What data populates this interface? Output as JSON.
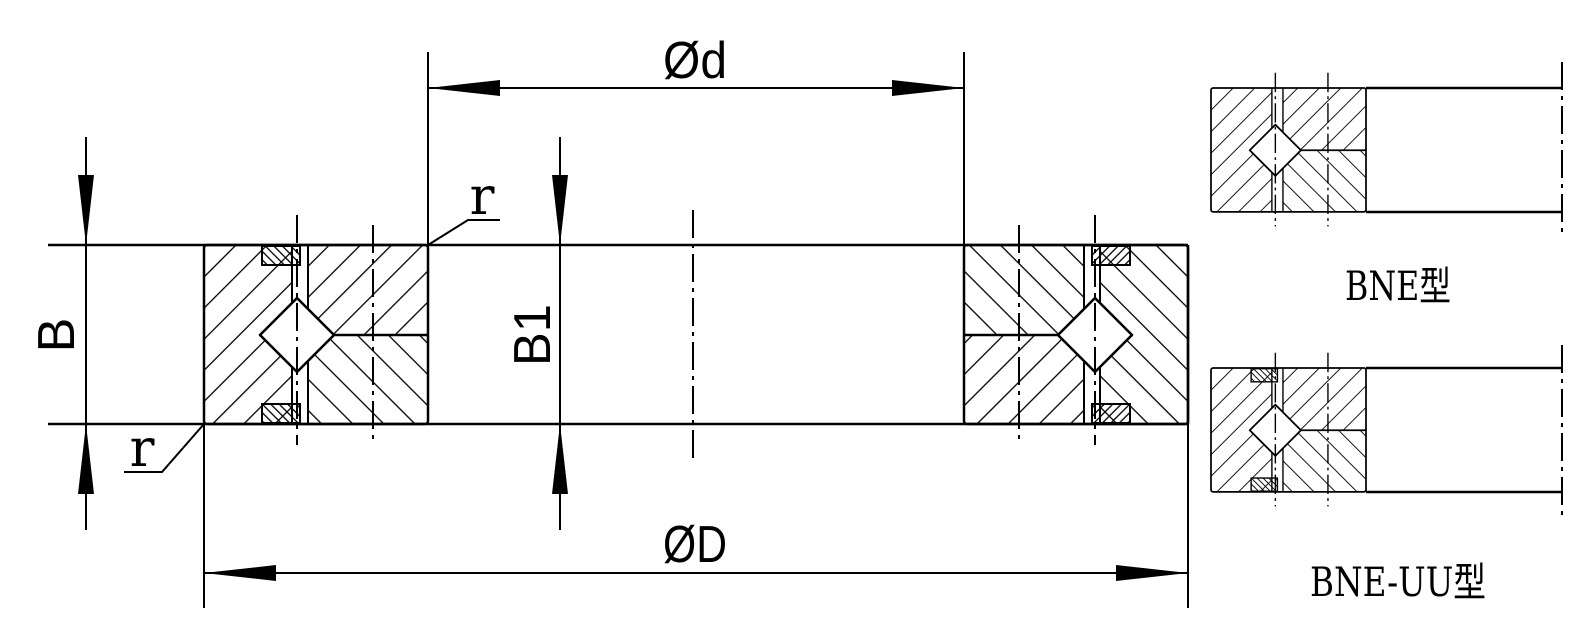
{
  "dimensions": {
    "inner_diameter": "Ød",
    "outer_diameter": "ØD",
    "width": "B",
    "inner_width": "B1",
    "radius_top": "r",
    "radius_bottom": "r"
  },
  "variants": [
    {
      "label": "BNE型"
    },
    {
      "label": "BNE-UU型"
    }
  ],
  "colors": {
    "line": "#000000",
    "background": "#ffffff"
  }
}
